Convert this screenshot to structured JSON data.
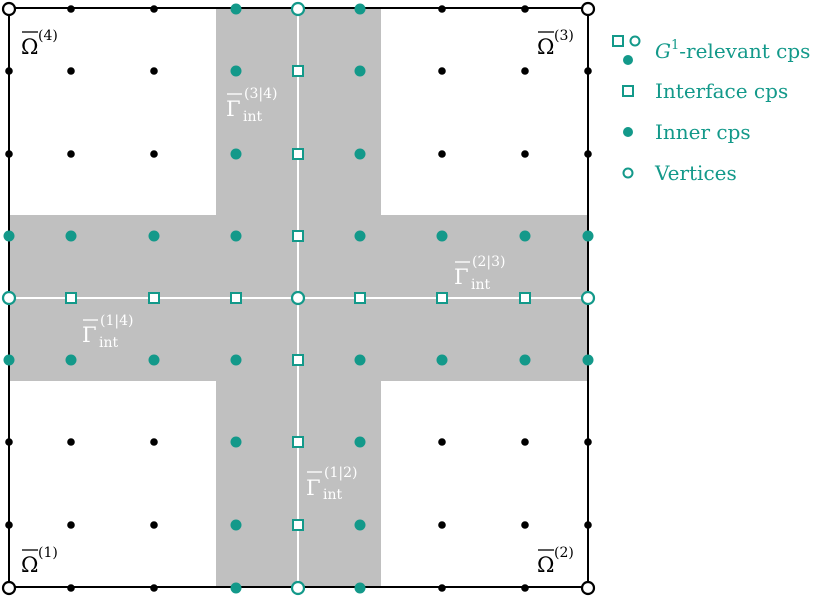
{
  "colors": {
    "teal": "#13998a",
    "black": "#000000",
    "gray": "#c0c0c0",
    "white": "#ffffff"
  },
  "patches": [
    {
      "id": "1",
      "label_base": "Ω",
      "label_sup": "(1)",
      "position": "bottom-left"
    },
    {
      "id": "2",
      "label_base": "Ω",
      "label_sup": "(2)",
      "position": "bottom-right"
    },
    {
      "id": "3",
      "label_base": "Ω",
      "label_sup": "(3)",
      "position": "top-right"
    },
    {
      "id": "4",
      "label_base": "Ω",
      "label_sup": "(4)",
      "position": "top-left"
    }
  ],
  "interfaces": [
    {
      "id": "1|2",
      "label_base": "Γ",
      "label_sup": "(1|2)",
      "label_sub": "int"
    },
    {
      "id": "2|3",
      "label_base": "Γ",
      "label_sup": "(2|3)",
      "label_sub": "int"
    },
    {
      "id": "3|4",
      "label_base": "Γ",
      "label_sup": "(3|4)",
      "label_sub": "int"
    },
    {
      "id": "1|4",
      "label_base": "Γ",
      "label_sup": "(1|4)",
      "label_sub": "int"
    }
  ],
  "legend": {
    "items": [
      {
        "symbol": "combined",
        "text_prefix": "G",
        "text_sup": "1",
        "text_suffix": "-relevant cps"
      },
      {
        "symbol": "open-square",
        "text": "Interface cps"
      },
      {
        "symbol": "filled-circle",
        "text": "Inner cps"
      },
      {
        "symbol": "open-circle",
        "text": "Vertices"
      }
    ]
  }
}
